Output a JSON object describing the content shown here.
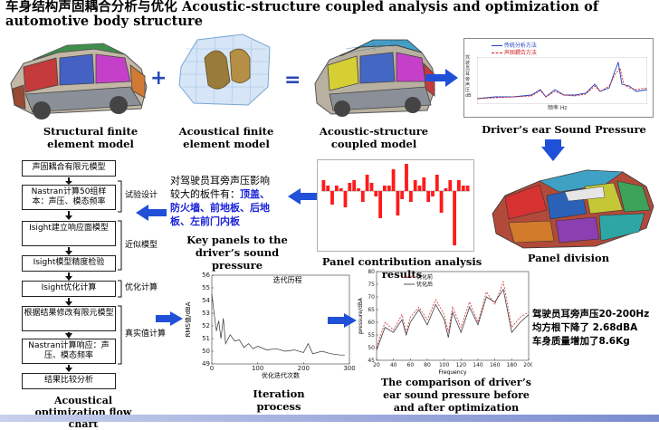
{
  "title": "车身结构声固耦合分析与优化 Acoustic-structure coupled analysis and optimization of automotive body structure",
  "operators": {
    "plus": "+",
    "equals": "="
  },
  "captions": {
    "structural": "Structural finite element model",
    "acoustical": "Acoustical finite element model",
    "coupled": "Acoustic-structure coupled model",
    "driver_ear": "Driver’s ear Sound Pressure",
    "panel_division": "Panel division",
    "panel_contribution": "Panel contribution  analysis results",
    "key_panels": "Key panels to the driver’s sound pressure",
    "flowchart": "Acoustical optimization flow chart",
    "iteration": "Iteration process",
    "comparison": "The comparison of driver’s ear sound pressure before and after optimization"
  },
  "key_panels_text": {
    "line1": "对驾驶员耳旁声压影响",
    "line2_prefix": "较大的板件有：",
    "line2_hl": "顶盖、",
    "line3": "防火墙、前地板、后地",
    "line4": "板、左前门内板"
  },
  "result_text": [
    "驾驶员耳旁声压20-200Hz",
    "均方根下降了 2.68dBA",
    "车身质量增加了8.6Kg"
  ],
  "flowchart": {
    "boxes": [
      "声固耦合有限元模型",
      "Nastran计算50组样本：声压、模态频率",
      "Isight建立响应面模型",
      "Isight模型精度检验",
      "Isight优化计算",
      "根据结果修改有限元模型",
      "Nastran计算响应：声压、模态频率",
      "结果比较分析"
    ],
    "labels": [
      "试验设计",
      "近似模型",
      "优化计算",
      "真实值计算"
    ]
  },
  "colors": {
    "arrow": "#2050d8",
    "plus": "#2a49b8",
    "bar": "#ff1a1a",
    "highlight": "#1a22d8",
    "iter_line": "#333333",
    "before": "#d03030",
    "after": "#404040"
  },
  "icons": [
    "plus-icon",
    "equals-icon",
    "arrow-right-icon",
    "arrow-down-icon",
    "arrow-left-icon"
  ],
  "spl_chart": {
    "legend": [
      "传统分析方法",
      "声固耦合方法"
    ],
    "ylabel": "驾驶员耳旁声压 dB",
    "xlabel": "频率 Hz"
  },
  "contribution_chart": {
    "type": "bar",
    "values": [
      0.2,
      0.1,
      -0.25,
      0.1,
      0.05,
      -0.3,
      0.15,
      0.2,
      0.05,
      -0.2,
      0.3,
      0.15,
      -0.1,
      -0.5,
      0.1,
      0.1,
      0.4,
      -0.45,
      -0.15,
      0.5,
      -0.2,
      0.2,
      0.1,
      0.25,
      -0.2,
      -0.1,
      0.3,
      -0.4,
      0.05,
      0.2,
      -1.0,
      0.2,
      0.1,
      0.1
    ]
  },
  "chart_data": [
    {
      "type": "line",
      "title": "迭代历程",
      "xlabel": "优化迭代次数",
      "ylabel": "RMS值/dBA",
      "xticks": [
        0,
        100,
        200,
        300
      ],
      "yticks": [
        49,
        50,
        51,
        52,
        53,
        54,
        55,
        56
      ],
      "xlim": [
        0,
        300
      ],
      "ylim": [
        49,
        56
      ],
      "series": [
        {
          "x": [
            0,
            5,
            10,
            15,
            20,
            25,
            30,
            40,
            50,
            60,
            70,
            80,
            90,
            100,
            120,
            140,
            160,
            180,
            200,
            210,
            220,
            240,
            260,
            280,
            290
          ],
          "y": [
            54.5,
            53.0,
            51.6,
            52.4,
            51.0,
            52.6,
            50.6,
            51.3,
            50.8,
            50.9,
            50.3,
            50.6,
            50.2,
            50.4,
            50.1,
            50.2,
            50.0,
            50.1,
            49.9,
            50.6,
            49.8,
            50.0,
            49.8,
            49.7,
            49.7
          ]
        }
      ]
    },
    {
      "type": "line",
      "xlabel": "Frequency",
      "ylabel": "pressure/dBA",
      "xticks": [
        20,
        40,
        60,
        80,
        100,
        120,
        140,
        160,
        180,
        200
      ],
      "yticks": [
        45,
        50,
        55,
        60,
        65,
        70,
        75,
        80
      ],
      "xlim": [
        20,
        200
      ],
      "ylim": [
        45,
        80
      ],
      "legend": [
        "优化前",
        "优化后"
      ],
      "series": [
        {
          "name": "优化前",
          "x": [
            20,
            30,
            40,
            50,
            55,
            60,
            70,
            80,
            90,
            100,
            105,
            110,
            120,
            130,
            140,
            150,
            160,
            170,
            180,
            190,
            200
          ],
          "y": [
            50,
            60,
            57,
            63,
            56,
            62,
            66,
            61,
            69,
            63,
            56,
            66,
            58,
            68,
            60,
            72,
            67,
            76,
            58,
            62,
            64
          ]
        },
        {
          "name": "优化后",
          "x": [
            20,
            30,
            40,
            50,
            55,
            60,
            70,
            80,
            90,
            100,
            105,
            110,
            120,
            130,
            140,
            150,
            160,
            170,
            180,
            190,
            200
          ],
          "y": [
            49,
            58,
            56,
            61,
            55,
            60,
            65,
            59,
            67,
            61,
            54,
            64,
            56,
            66,
            59,
            70,
            68,
            73,
            56,
            60,
            63
          ]
        }
      ]
    }
  ]
}
